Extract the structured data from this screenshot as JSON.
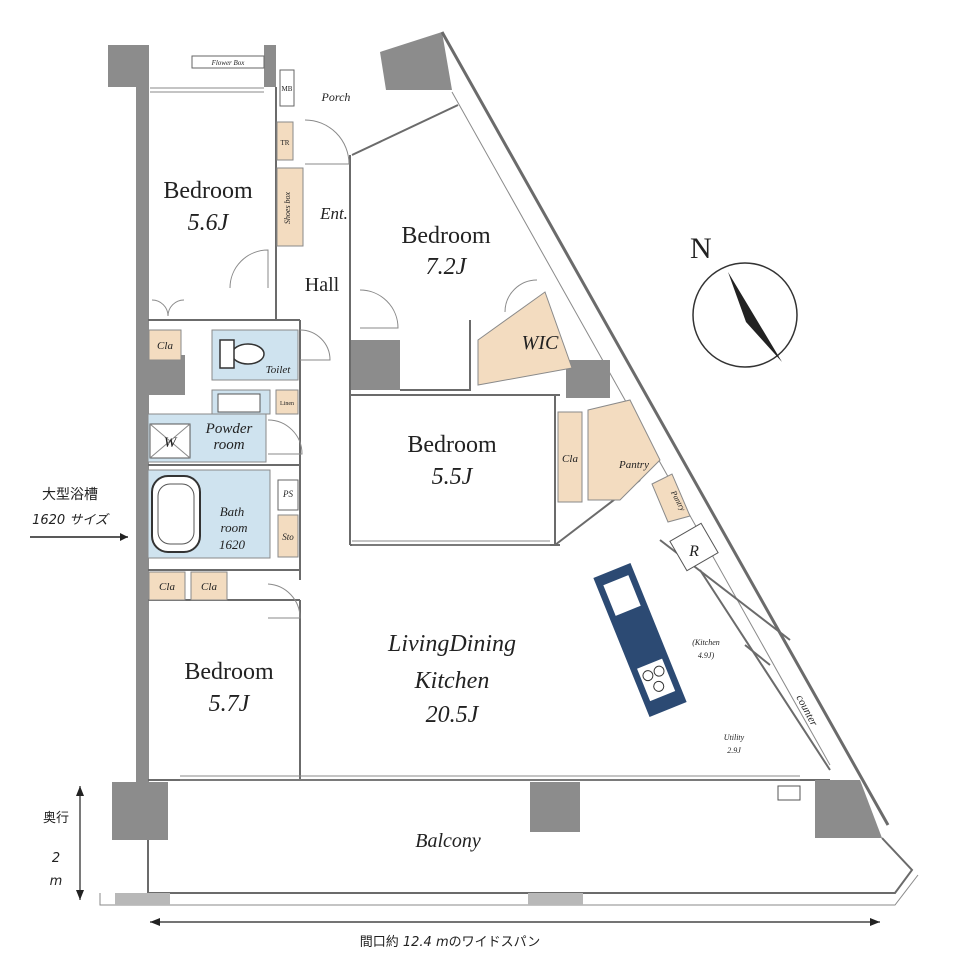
{
  "rooms": {
    "bedroom_nw": {
      "name": "Bedroom",
      "size": "5.6J"
    },
    "bedroom_n": {
      "name": "Bedroom",
      "size": "7.2J"
    },
    "bedroom_c": {
      "name": "Bedroom",
      "size": "5.5J"
    },
    "bedroom_sw": {
      "name": "Bedroom",
      "size": "5.7J"
    },
    "ldk": {
      "line1": "LivingDining",
      "line2": "Kitchen",
      "size": "20.5J"
    },
    "hall": "Hall",
    "entrance": "Ent.",
    "porch": "Porch",
    "wic": "WIC",
    "toilet": "Toilet",
    "powder": {
      "line1": "Powder",
      "line2": "room"
    },
    "bath": {
      "line1": "Bath",
      "line2": "room",
      "size": "1620"
    },
    "pantry1": "Pantry",
    "pantry2": "Pantry",
    "balcony": "Balcony",
    "utility": {
      "name": "Utility",
      "size": "2.9J"
    },
    "kitchen_note": {
      "line1": "(Kitchen",
      "line2": "4.9J)"
    },
    "counter": "counter"
  },
  "fixtures": {
    "flower_box": "Flower Box",
    "mb": "MB",
    "tr": "TR",
    "shoes_box": "Shoes box",
    "linen": "Linen",
    "ps": "PS",
    "sto": "Sto",
    "refrigerator": "R",
    "washer": "W",
    "cla_nw": "Cla",
    "cla_c": "Cla",
    "cla_sw1": "Cla",
    "cla_sw2": "Cla"
  },
  "annotations": {
    "bathtub_title": "大型浴槽",
    "bathtub_size": "1620 サイズ",
    "depth_label_1": "奥行",
    "depth_label_2": "2",
    "depth_label_3": "m",
    "width_label_1": "間口約",
    "width_label_2": "12.4",
    "width_label_3": "m",
    "width_label_4": "のワイドスパン",
    "compass": "N"
  },
  "colors": {
    "wall": "#8c8c8c",
    "storage": "#f3dcc0",
    "wet_area": "#cfe3ef",
    "kitchen_island": "#2c4a73"
  }
}
